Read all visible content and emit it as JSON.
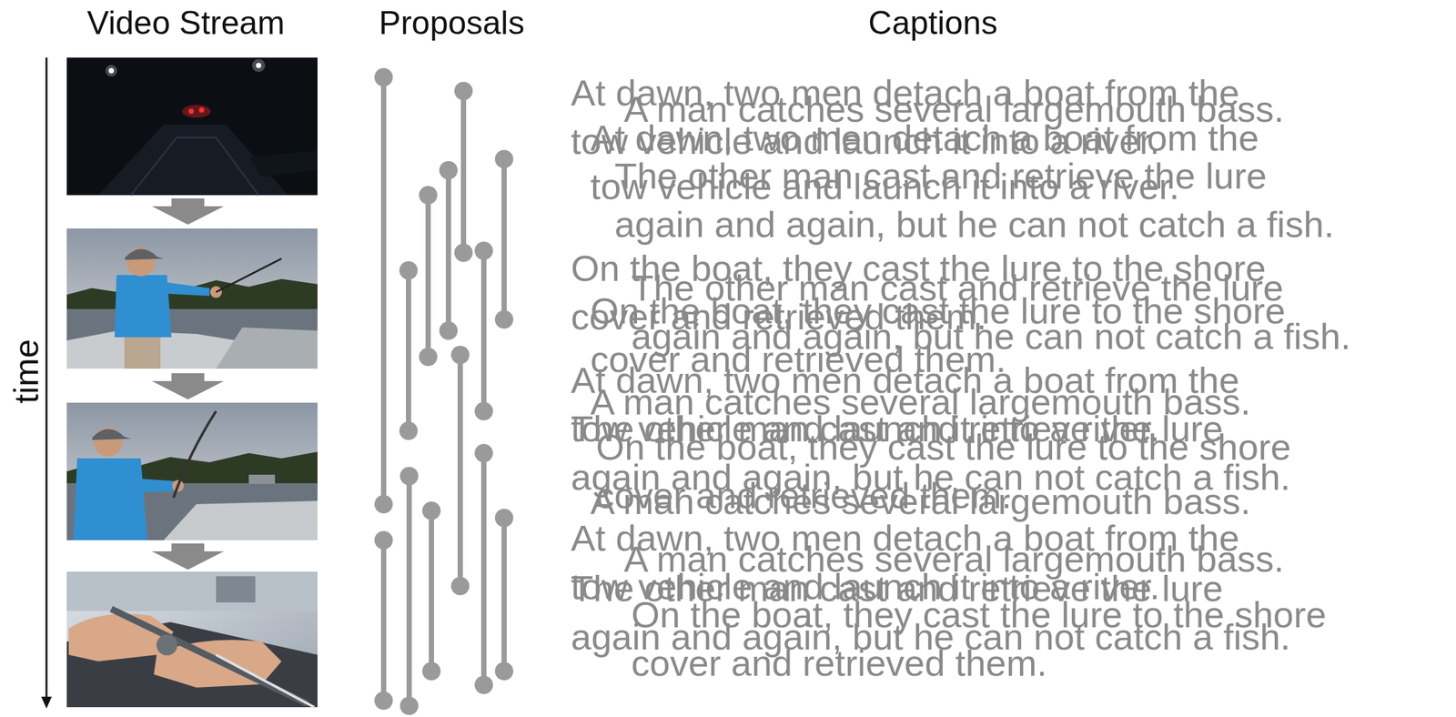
{
  "diagram": {
    "labels": [
      "Video Stream",
      "Proposals",
      "Captions",
      "time",
      "At dawn, two men detach a boat from the tow vehicle and launch it into a river.",
      "A man catches several largemouth bass.",
      "At dawn, two men detach a boat from the tow vehicle and launch it into a river.",
      "The other man cast and retrieve the lure again and again, but he can not catch a fish.",
      "On the boat, they cast the lure to the shore cover and retrieved them.",
      "The other man cast and retrieve the lure again and again, but he can not catch a fish.",
      "On the boat, they cast the lure to the shore cover and retrieved them.",
      "At dawn, two men detach a boat from the tow vehicle and launch it into a river.",
      "A man catches several largemouth bass.",
      "The other man cast and retrieve the lure again and again, but he can not catch a fish.",
      "On the boat, they cast the lure to the shore cover and retrieved them.",
      "A man catches several largemouth bass.",
      "At dawn, two men detach a boat from the tow vehicle and launch it into a river.",
      "A man catches several largemouth bass.",
      "The other man cast and retrieve the lure again and again, but he can not catch a fish.",
      "On the boat, they cast the lure to the shore cover and retrieved them."
    ]
  }
}
